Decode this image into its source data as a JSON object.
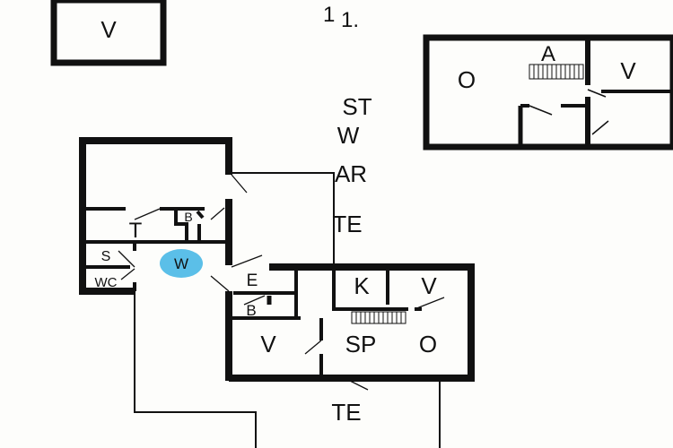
{
  "title": {
    "a": "1",
    "b": "1."
  },
  "rooms": {
    "shed_v": "V",
    "annex_o": "O",
    "annex_a": "A",
    "annex_v": "V",
    "st": "ST",
    "w_outside": "W",
    "ar": "AR",
    "te_upper": "TE",
    "t": "T",
    "b_upper": "B",
    "s": "S",
    "w_highlight": "W",
    "wc": "WC",
    "e": "E",
    "b_lower": "B",
    "k": "K",
    "v_right": "V",
    "v_lower": "V",
    "sp": "SP",
    "o_main": "O",
    "te_lower": "TE"
  },
  "colors": {
    "highlight": "#5bbfe8",
    "wall": "#111111"
  }
}
